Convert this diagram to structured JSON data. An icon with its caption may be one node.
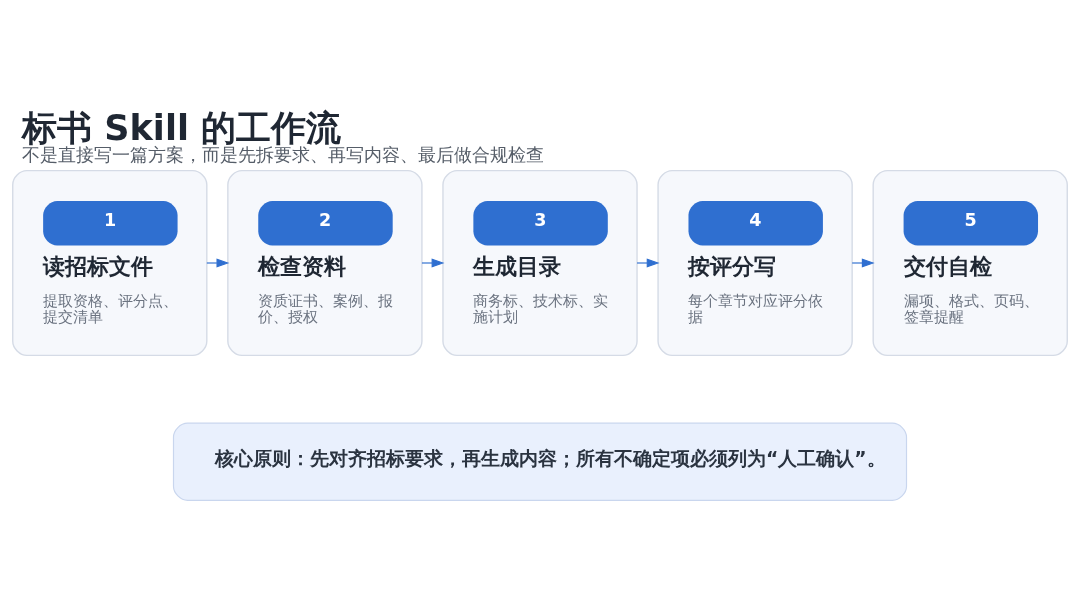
{
  "diagram": {
    "title": "标书 Skill 的工作流",
    "caption": "不是直接写一篇方案，而是先拆要求、再写内容、最后做合规检查",
    "nodes": [
      {
        "text": [
          "1",
          "读招标文件",
          "提取资格、评分点、提交清单"
        ]
      },
      {
        "text": [
          "2",
          "检查资料",
          "资质证书、案例、报价、授权"
        ]
      },
      {
        "text": [
          "3",
          "生成目录",
          "商务标、技术标、实施计划"
        ]
      },
      {
        "text": [
          "4",
          "按评分写",
          "每个章节对应评分依据"
        ]
      },
      {
        "text": [
          "5",
          "交付自检",
          "漏项、格式、页码、签章提醒"
        ]
      },
      {
        "text": [
          "核心原则：先对齐招标要求，再生成内容；所有不确定项必须列为“人工确认”。"
        ]
      }
    ],
    "edges": [
      {
        "from": 0,
        "to": 1,
        "arrow": "to"
      },
      {
        "from": 1,
        "to": 2,
        "arrow": "to"
      },
      {
        "from": 2,
        "to": 3,
        "arrow": "to"
      },
      {
        "from": 3,
        "to": 4,
        "arrow": "to"
      }
    ]
  }
}
